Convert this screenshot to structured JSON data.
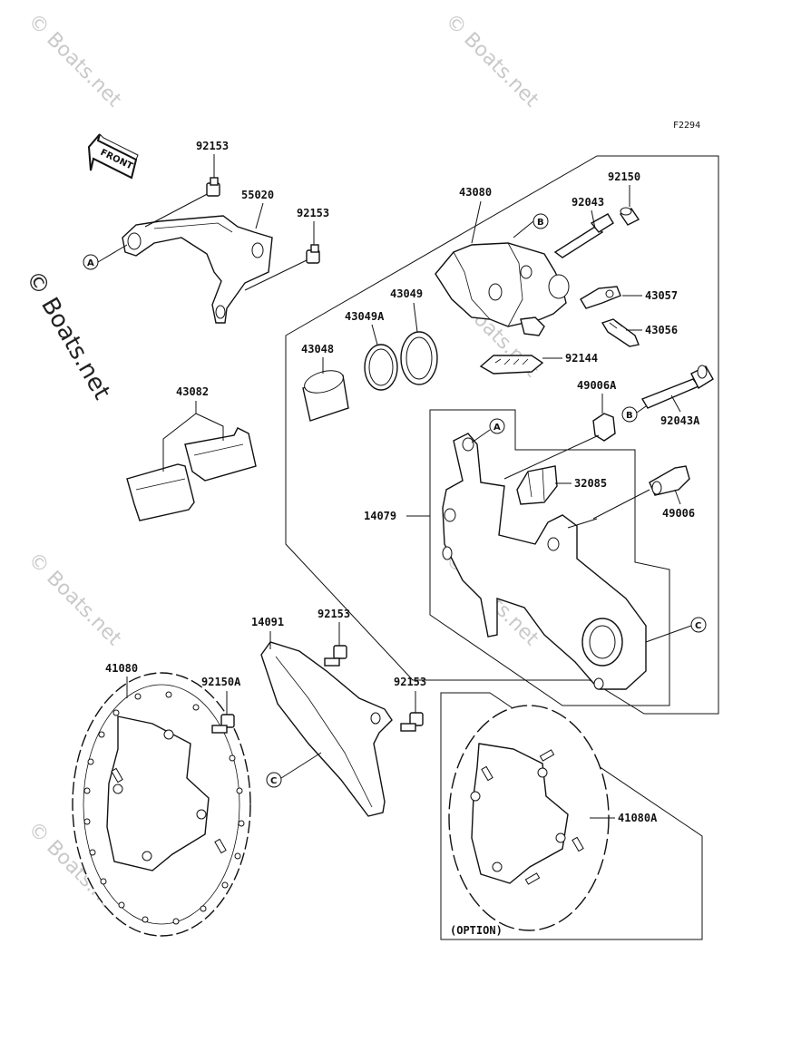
{
  "figure_ref": "F2294",
  "front_arrow_label": "FRONT",
  "option_label": "(OPTION)",
  "watermark": {
    "tile_text": "© Boats.net",
    "side_text": "© Boats.net"
  },
  "callouts": [
    "A",
    "B",
    "C"
  ],
  "parts": {
    "p92153_top": "92153",
    "p55020": "55020",
    "p92153_mid": "92153",
    "p43080": "43080",
    "p92150": "92150",
    "p92043": "92043",
    "p43057": "43057",
    "p43056": "43056",
    "p43049": "43049",
    "p43049A": "43049A",
    "p43048": "43048",
    "p92144": "92144",
    "p43082": "43082",
    "p49006A": "49006A",
    "p92043A": "92043A",
    "p32085": "32085",
    "p14079": "14079",
    "p49006": "49006",
    "p14091": "14091",
    "p92153_guard1": "92153",
    "p92153_guard2": "92153",
    "p41080": "41080",
    "p92150A": "92150A",
    "p41080A": "41080A"
  }
}
